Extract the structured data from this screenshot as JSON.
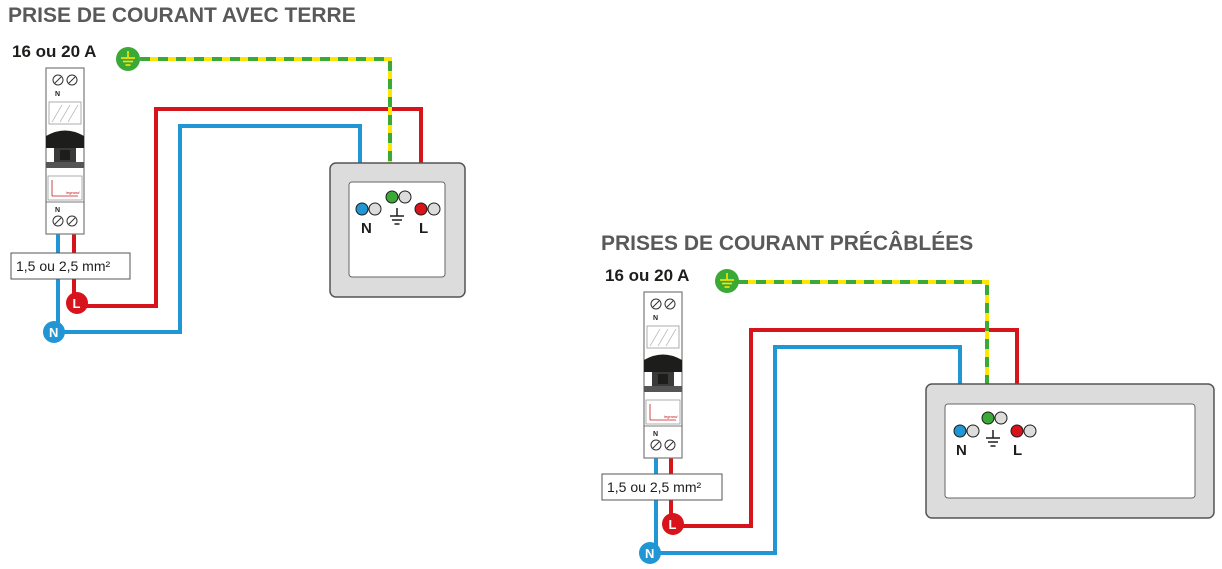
{
  "diagram_1": {
    "title": "PRISE DE COURANT AVEC TERRE",
    "breaker_rating": "16 ou 20 A",
    "wire_section": "1,5 ou 2,5 mm²",
    "terminal_neutral": "N",
    "terminal_live": "L",
    "breaker_top_label": "N",
    "breaker_bottom_label": "N",
    "breaker_brand": "legrand",
    "badge_live": "L",
    "badge_neutral": "N"
  },
  "diagram_2": {
    "title": "PRISES DE COURANT PRÉCÂBLÉES",
    "breaker_rating": "16 ou 20 A",
    "wire_section": "1,5 ou 2,5 mm²",
    "terminal_neutral": "N",
    "terminal_live": "L",
    "breaker_top_label": "N",
    "breaker_bottom_label": "N",
    "breaker_brand": "legrand",
    "badge_live": "L",
    "badge_neutral": "N"
  },
  "colors": {
    "live": "#d7141b",
    "neutral": "#2196d5",
    "earth_green": "#3aa935",
    "earth_yellow": "#ffe600",
    "title_grey": "#58595b",
    "socket_frame": "#dcdcdc",
    "text_dark": "#1d1d1b"
  },
  "icons": {
    "earth": "earth-ground-icon",
    "socket_earth": "earth-symbol-icon"
  }
}
